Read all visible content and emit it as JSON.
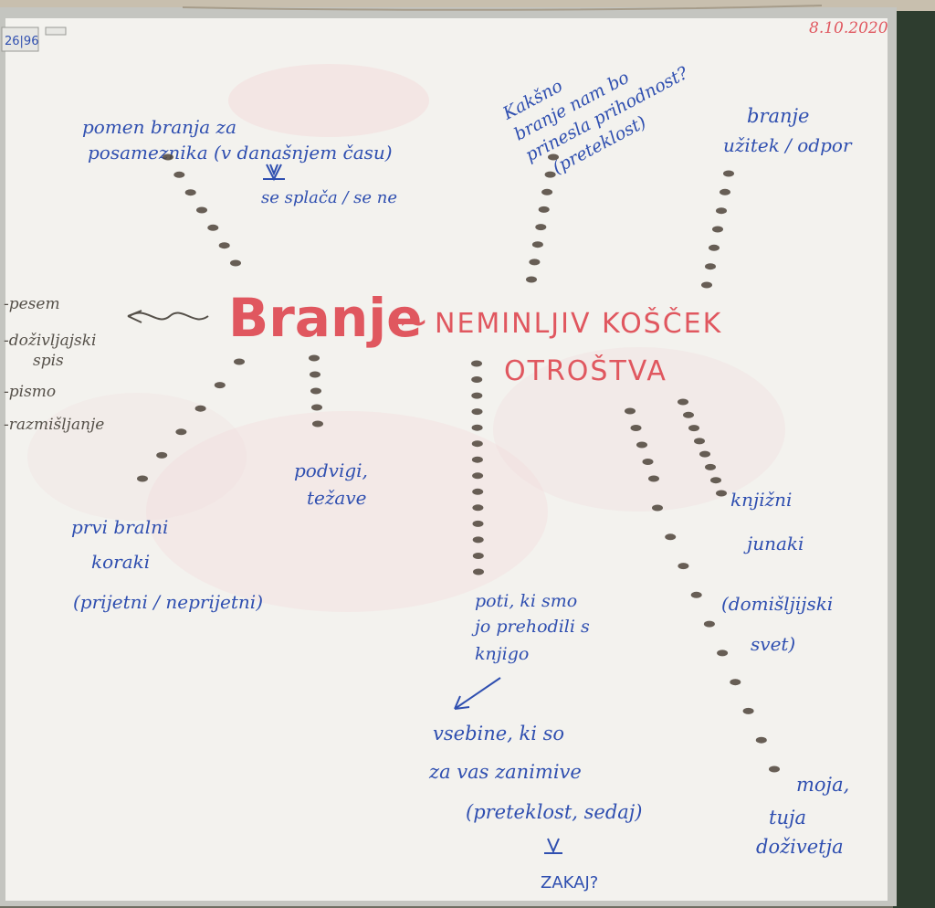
{
  "date": "8.10.2020",
  "corner_label": "26|96",
  "title": {
    "word": "Branje",
    "dash": "~",
    "rest_line1": "NEMINLJIV KOŠČEK",
    "rest_line2": "OTROŠTVA"
  },
  "notes": {
    "pomen_l1": "pomen branja za",
    "pomen_l2": "posameznika (v današnjem času)",
    "splaca": "se splača / se ne",
    "kaksno_l1": "Kakšno",
    "kaksno_l2": "branje nam bo",
    "kaksno_l3": "prinesla prihodnost?",
    "kaksno_l4": "(preteklost)",
    "uzitek_l1": "branje",
    "uzitek_l2": "užitek / odpor",
    "list_1": "-pesem",
    "list_2": "-doživljajski",
    "list_3": "spis",
    "list_4": "-pismo",
    "list_5": "-razmišljanje",
    "podvigi_l1": "podvigi,",
    "podvigi_l2": "težave",
    "prvi_l1": "prvi bralni",
    "prvi_l2": "koraki",
    "prvi_l3": "(prijetni / neprijetni)",
    "poti_l1": "poti, ki smo",
    "poti_l2": "jo prehodili s",
    "poti_l3": "knjigo",
    "vsebine_l1": "vsebine, ki so",
    "vsebine_l2": "za vas zanimive",
    "vsebine_l3": "(preteklost, sedaj)",
    "zakaj": "ZAKAJ?",
    "junaki_l1": "knjižni",
    "junaki_l2": "junaki",
    "junaki_l3": "(domišljijski",
    "junaki_l4": "svet)",
    "moja_l1": "moja,",
    "moja_l2": "tuja",
    "moja_l3": "doživetja"
  },
  "colors": {
    "marker_blue": "#2f4fb0",
    "marker_red": "#e0575f",
    "marker_brown": "#4d443a",
    "board": "#f3f2ee",
    "frame": "#b9bab5",
    "chalkboard": "#2e3d2f"
  }
}
